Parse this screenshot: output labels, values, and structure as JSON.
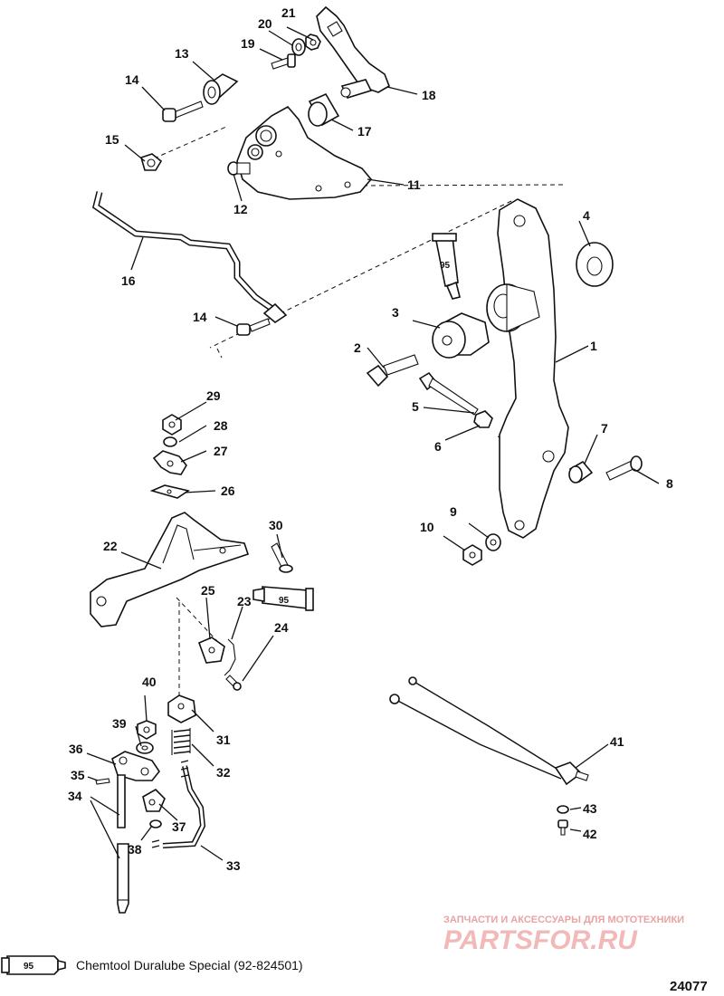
{
  "callouts": [
    {
      "id": "c1",
      "text": "1"
    },
    {
      "id": "c2",
      "text": "2"
    },
    {
      "id": "c3",
      "text": "3"
    },
    {
      "id": "c4",
      "text": "4"
    },
    {
      "id": "c5",
      "text": "5"
    },
    {
      "id": "c6",
      "text": "6"
    },
    {
      "id": "c7",
      "text": "7"
    },
    {
      "id": "c8",
      "text": "8"
    },
    {
      "id": "c9",
      "text": "9"
    },
    {
      "id": "c10",
      "text": "10"
    },
    {
      "id": "c11",
      "text": "11"
    },
    {
      "id": "c12",
      "text": "12"
    },
    {
      "id": "c13",
      "text": "13"
    },
    {
      "id": "c14a",
      "text": "14"
    },
    {
      "id": "c14b",
      "text": "14"
    },
    {
      "id": "c15",
      "text": "15"
    },
    {
      "id": "c16",
      "text": "16"
    },
    {
      "id": "c17",
      "text": "17"
    },
    {
      "id": "c18",
      "text": "18"
    },
    {
      "id": "c19",
      "text": "19"
    },
    {
      "id": "c20",
      "text": "20"
    },
    {
      "id": "c21",
      "text": "21"
    },
    {
      "id": "c22",
      "text": "22"
    },
    {
      "id": "c23",
      "text": "23"
    },
    {
      "id": "c24",
      "text": "24"
    },
    {
      "id": "c25",
      "text": "25"
    },
    {
      "id": "c26",
      "text": "26"
    },
    {
      "id": "c27",
      "text": "27"
    },
    {
      "id": "c28",
      "text": "28"
    },
    {
      "id": "c29",
      "text": "29"
    },
    {
      "id": "c30",
      "text": "30"
    },
    {
      "id": "c31",
      "text": "31"
    },
    {
      "id": "c32",
      "text": "32"
    },
    {
      "id": "c33",
      "text": "33"
    },
    {
      "id": "c34",
      "text": "34"
    },
    {
      "id": "c35",
      "text": "35"
    },
    {
      "id": "c36",
      "text": "36"
    },
    {
      "id": "c37",
      "text": "37"
    },
    {
      "id": "c38",
      "text": "38"
    },
    {
      "id": "c39",
      "text": "39"
    },
    {
      "id": "c40",
      "text": "40"
    },
    {
      "id": "c41",
      "text": "41"
    },
    {
      "id": "c42",
      "text": "42"
    },
    {
      "id": "c43",
      "text": "43"
    }
  ],
  "lubricant_tube_code": "95",
  "legend": {
    "code": "95",
    "text": "Chemtool Duralube Special (92-824501)"
  },
  "watermark": {
    "line1": "ЗАПЧАСТИ И АКСЕССУАРЫ ДЛЯ МОТОТЕХНИКИ",
    "line2": "PARTSFOR.RU"
  },
  "figure_number": "24077",
  "colors": {
    "ink": "#111111",
    "watermark": "#e9a3a3",
    "background": "#ffffff"
  }
}
